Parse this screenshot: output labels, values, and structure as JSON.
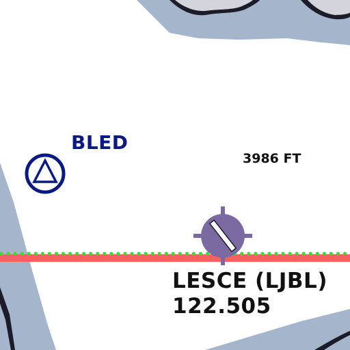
{
  "map": {
    "colors": {
      "background": "#ffffff",
      "terrain_fill": "#a4b5cc",
      "terrain_outline": "#1b1b2a",
      "relief_fill": "#d2d6dc",
      "boundary_red": "#ff5f5f",
      "boundary_dots": "#2ee22e",
      "vor_navy": "#0a1a82",
      "airfield_purple": "#7b6aa2",
      "text_dark": "#111111"
    },
    "navaid": {
      "name": "BLED",
      "icon": "vor-triangle-circle-icon"
    },
    "elevation": {
      "label": "3986 FT"
    },
    "airfield": {
      "name": "LESCE (LJBL)",
      "frequency": "122.505",
      "icon": "glider-airfield-icon"
    }
  }
}
